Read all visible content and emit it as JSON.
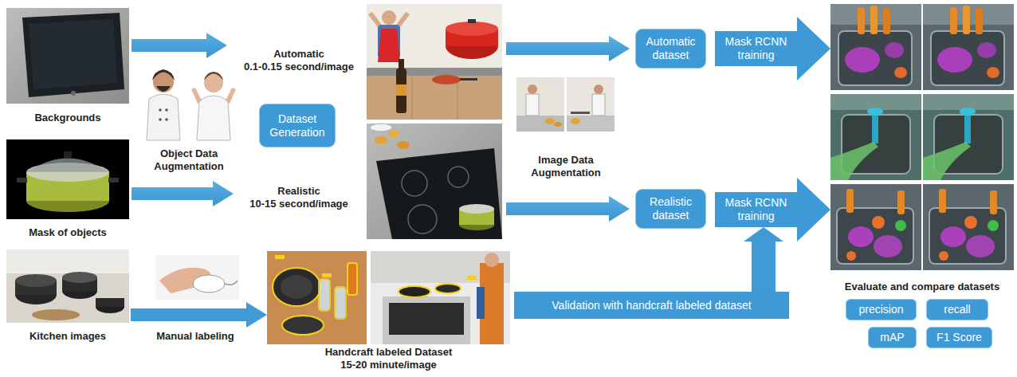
{
  "diagram": {
    "nodes": [
      {
        "text": [
          "Backgrounds"
        ]
      },
      {
        "text": [
          "Object Data Augmentation"
        ]
      },
      {
        "text": [
          "Dataset Generation"
        ]
      },
      {
        "text": [
          "Automatic dataset"
        ]
      },
      {
        "text": [
          "Mask RCNN training"
        ]
      },
      {
        "text": [
          "Mask of objects"
        ]
      },
      {
        "text": [
          "Image Data Augmentation"
        ]
      },
      {
        "text": [
          "Realistic dataset"
        ]
      },
      {
        "text": [
          "Mask RCNN training"
        ]
      },
      {
        "text": [
          "Kitchen images"
        ]
      },
      {
        "text": [
          "Handcraft labeled Dataset",
          "15-20 minute/image"
        ]
      },
      {
        "text": [
          "Validation with handcraft labeled dataset"
        ]
      },
      {
        "text": [
          "Evaluate and compare datasets"
        ]
      },
      {
        "text": [
          "precision"
        ]
      },
      {
        "text": [
          "recall"
        ]
      },
      {
        "text": [
          "mAP"
        ]
      },
      {
        "text": [
          "F1 Score"
        ]
      }
    ],
    "edges": [
      {
        "from": 9,
        "to": 10,
        "arrow": "to"
      },
      {
        "from": 11,
        "to": 8,
        "arrow": "to"
      }
    ],
    "labels": [
      "Automatic",
      "0.1-0.15 second/image",
      "Realistic",
      "10-15 second/image",
      "Manual labeling"
    ]
  }
}
